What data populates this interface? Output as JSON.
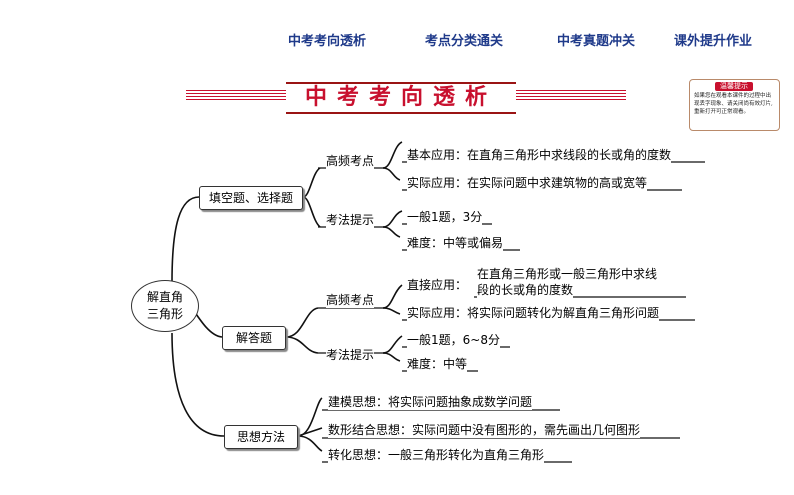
{
  "nav": {
    "items": [
      "中考考向透析",
      "考点分类通关",
      "中考真题冲关",
      "课外提升作业"
    ]
  },
  "banner": {
    "title": "中考考向透析"
  },
  "tip": {
    "title": "温馨提示",
    "text": "如果您在观看本课件的过程中出现丢字现象、请关闭尚有效灯片, 重新打开可正常观看。"
  },
  "mindmap": {
    "root": {
      "line1": "解直角",
      "line2": "三角形"
    },
    "branch1": {
      "label": "填空题、选择题",
      "sub1": {
        "label": "高频考点",
        "items": [
          "基本应用：在直角三角形中求线段的长或角的度数",
          "实际应用：在实际问题中求建筑物的高或宽等"
        ]
      },
      "sub2": {
        "label": "考法提示",
        "items": [
          "一般1题，3分",
          "难度：中等或偏易"
        ]
      }
    },
    "branch2": {
      "label": "解答题",
      "sub1": {
        "label": "高频考点",
        "items": [
          "直接应用：",
          "在直角三角形或一般三角形中求线",
          "段的长或角的度数",
          "实际应用：将实际问题转化为解直角三角形问题"
        ]
      },
      "sub2": {
        "label": "考法提示",
        "items": [
          "一般1题，6~8分",
          "难度：中等"
        ]
      }
    },
    "branch3": {
      "label": "思想方法",
      "items": [
        "建模思想：将实际问题抽象成数学问题",
        "数形结合思想：实际问题中没有图形的，需先画出几何图形",
        "转化思想：一般三角形转化为直角三角形"
      ]
    }
  },
  "colors": {
    "nav": "#1f3a8a",
    "banner_red": "#c8102e"
  }
}
